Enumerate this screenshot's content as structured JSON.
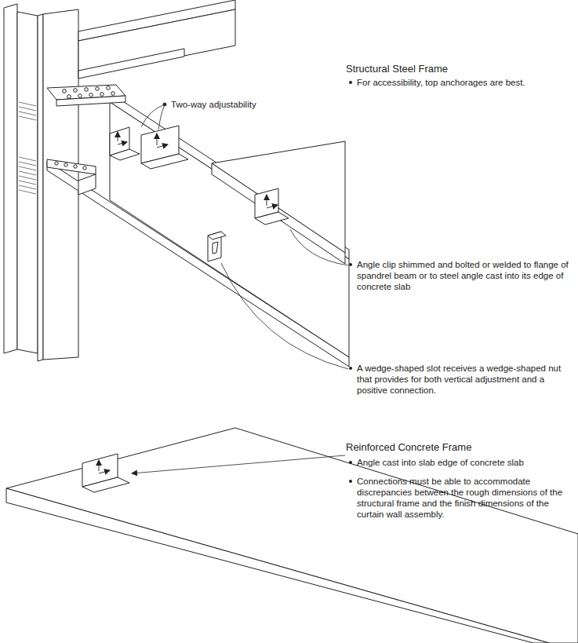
{
  "diagram": {
    "labels": [
      "Two-way adjustability",
      "Structural Steel Frame",
      "For accessibility, top anchorages are best.",
      "Angle clip shimmed and bolted or welded to flange of spandrel beam or to steel angle cast into its edge of concrete slab",
      "A wedge-shaped slot receives a wedge-shaped nut that provides for both vertical adjustment and a positive connection.",
      "Reinforced Concrete Frame",
      "Angle cast into slab edge of concrete slab",
      "Connections must be able to accommodate discrepancies between the rough dimensions of the structural frame and the finish dimensions of the curtain wall assembly."
    ]
  }
}
